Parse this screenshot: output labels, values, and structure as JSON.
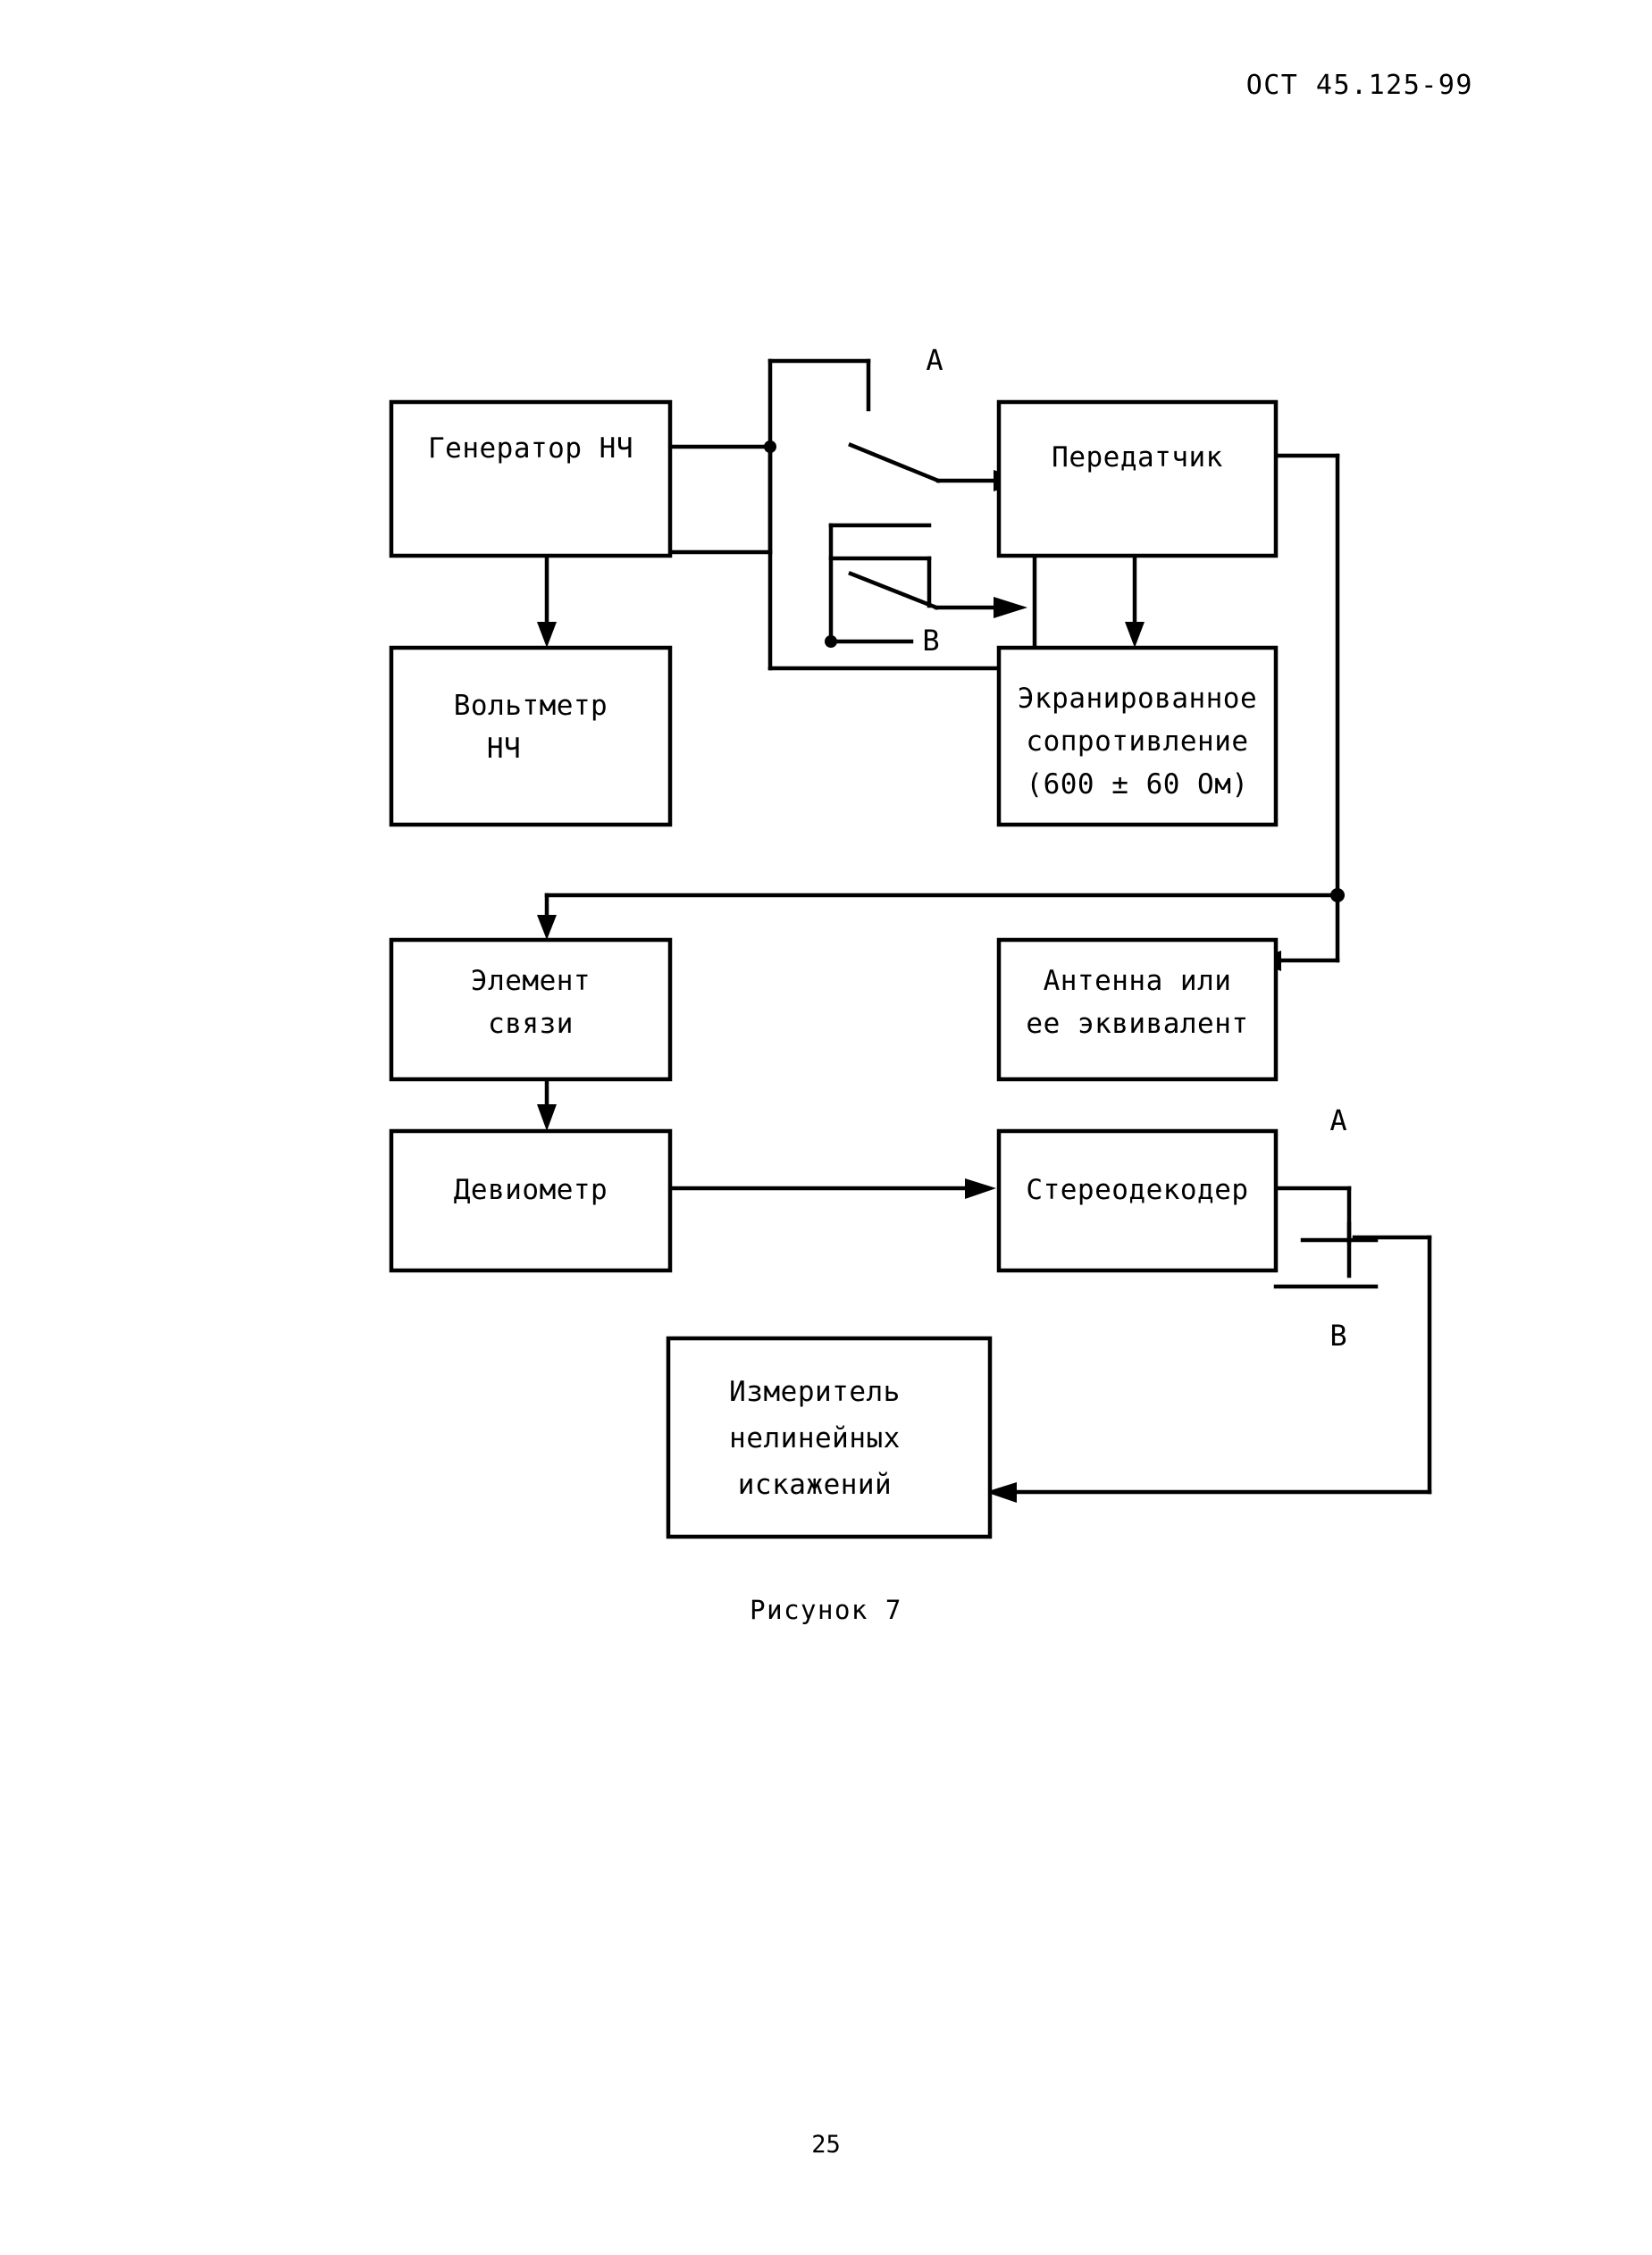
{
  "document": {
    "standard_header": "ОСТ 45.125-99",
    "page_number": "25",
    "figure_caption": "Рисунок 7"
  },
  "diagram": {
    "type": "block-schematic",
    "blocks": [
      {
        "id": "generator",
        "label_lines": [
          "Генератор НЧ"
        ]
      },
      {
        "id": "transmitter",
        "label_lines": [
          "Передатчик"
        ]
      },
      {
        "id": "voltmeter",
        "label_lines": [
          "Вольтметр",
          "НЧ"
        ]
      },
      {
        "id": "shielded_res",
        "label_lines": [
          "Экранированное",
          "сопротивление",
          "(600 ± 60 Ом)"
        ]
      },
      {
        "id": "coupling",
        "label_lines": [
          "Элемент",
          "связи"
        ]
      },
      {
        "id": "antenna",
        "label_lines": [
          "Антенна или",
          "ее эквивалент"
        ]
      },
      {
        "id": "deviometer",
        "label_lines": [
          "Девиометр"
        ]
      },
      {
        "id": "stereodecoder",
        "label_lines": [
          "Стереодекодер"
        ]
      },
      {
        "id": "distortion",
        "label_lines": [
          "Измеритель",
          "нелинейных",
          "искажений"
        ]
      }
    ],
    "switch_labels": {
      "top_a": "A",
      "top_b": "B",
      "bottom_a": "A",
      "bottom_b": "B"
    },
    "colors": {
      "ink": "#000000",
      "paper": "#ffffff"
    }
  }
}
